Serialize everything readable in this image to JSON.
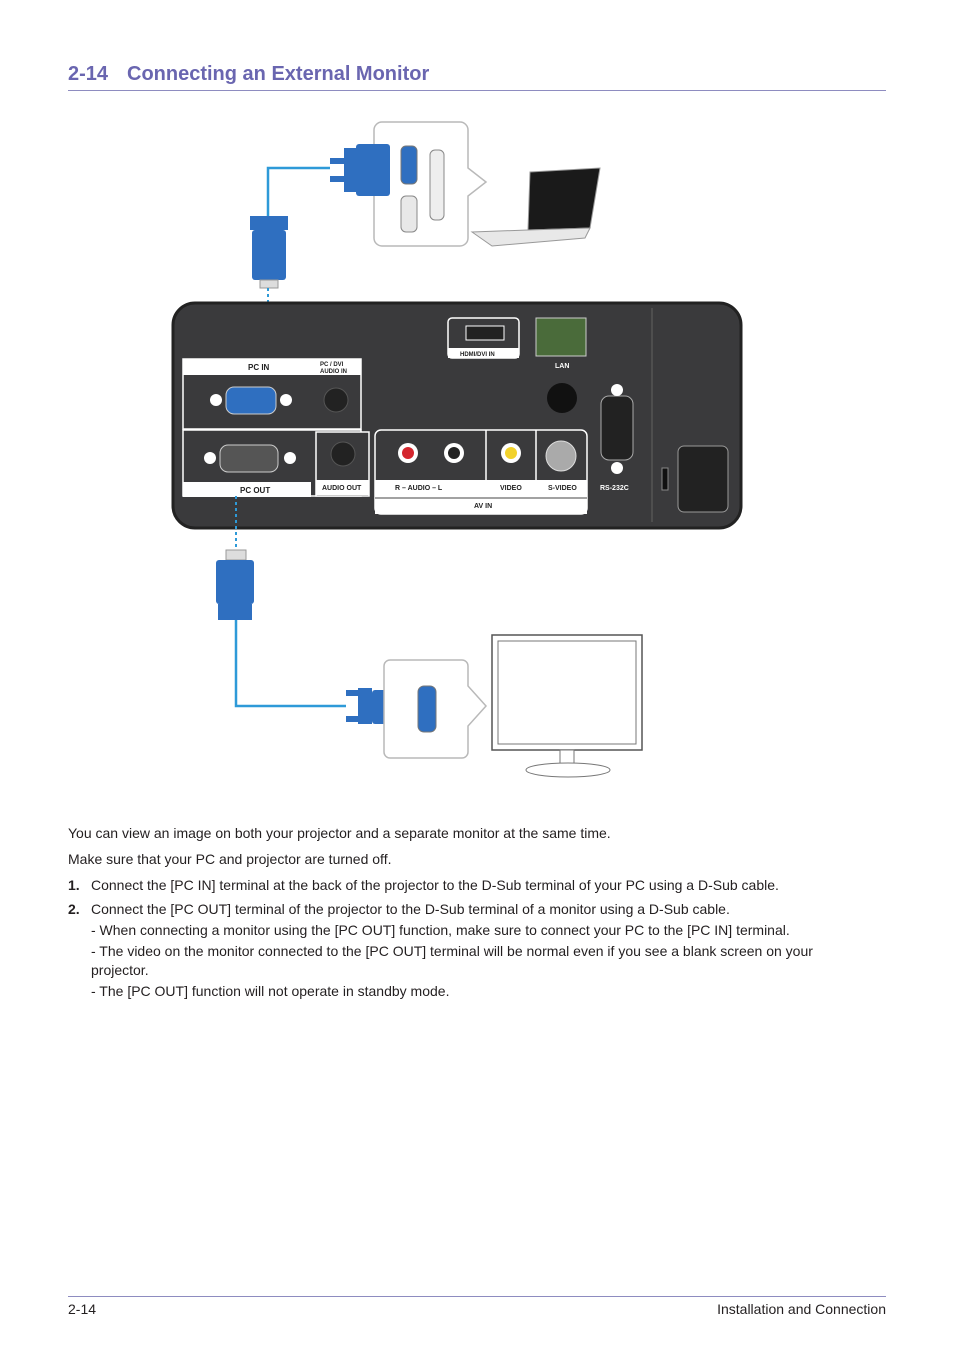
{
  "section": {
    "number": "2-14",
    "title": "Connecting an External Monitor"
  },
  "panel_labels": {
    "pc_in": "PC IN",
    "pc_dvi_audio_in_1": "PC / DVI",
    "pc_dvi_audio_in_2": "AUDIO IN",
    "pc_out": "PC OUT",
    "audio_out": "AUDIO OUT",
    "audio": "R  –  AUDIO  –  L",
    "video": "VIDEO",
    "s_video": "S-VIDEO",
    "av_in": "AV IN",
    "hdmi_dvi_in": "HDMI/DVI IN",
    "lan": "LAN",
    "rs232c": "RS-232C"
  },
  "intro": [
    "You can view an image on both your projector and a separate monitor at the same time.",
    "Make sure that your PC and projector are turned off."
  ],
  "steps": [
    {
      "number": "1.",
      "text": "Connect the [PC IN] terminal at the back of the projector to the D-Sub terminal of your PC using a D-Sub cable."
    },
    {
      "number": "2.",
      "text": "Connect the [PC OUT] terminal of the projector to the D-Sub terminal of a monitor using a D-Sub cable.",
      "notes": [
        "- When connecting a monitor using the [PC OUT] function, make sure to connect your PC to the [PC IN] terminal.",
        "- The video on the monitor connected to the [PC OUT] terminal will be normal even if you see a blank screen on your projector.",
        "- The [PC OUT] function will not operate in standby mode."
      ]
    }
  ],
  "footer": {
    "page": "2-14",
    "chapter": "Installation and Connection"
  },
  "colors": {
    "heading": "#6a66b0",
    "rule": "#8e8cc0",
    "cable": "#2e9ad8",
    "connector": "#2f6fc0",
    "panel": "#3a3a3c"
  }
}
